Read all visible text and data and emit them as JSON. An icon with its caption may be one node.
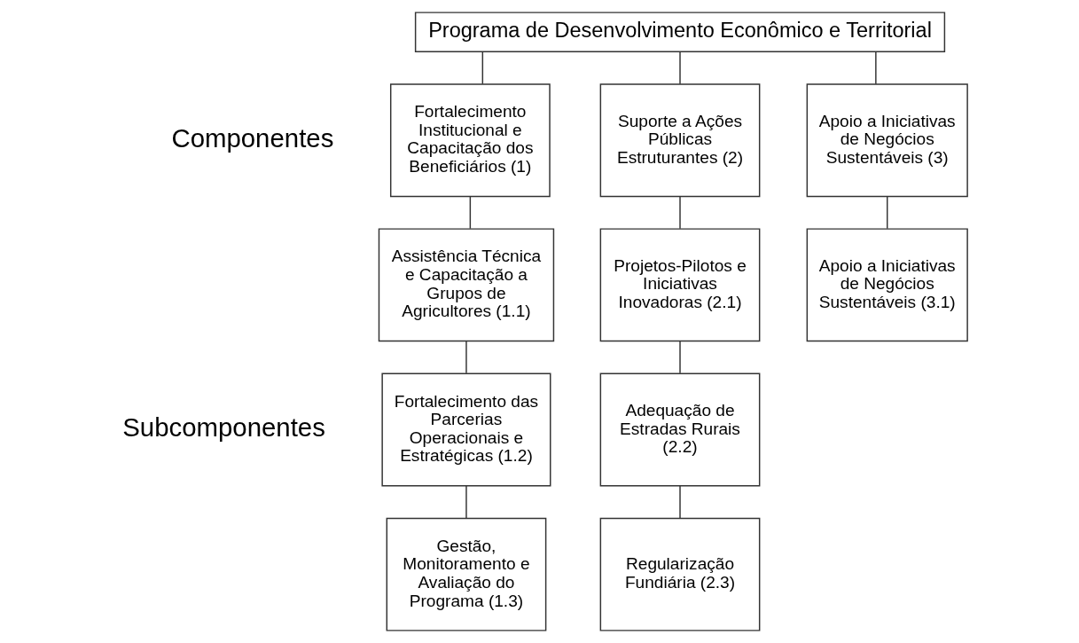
{
  "diagram": {
    "nodes": [
      {
        "text": [
          "Programa de Desenvolvimento Econômico e Territorial"
        ]
      },
      {
        "text": [
          "Fortalecimento Institucional e Capacitação dos Beneficiários (1)"
        ]
      },
      {
        "text": [
          "Suporte a Ações Públicas Estruturantes (2)"
        ]
      },
      {
        "text": [
          "Apoio a Iniciativas de Negócios Sustentáveis (3)"
        ]
      },
      {
        "text": [
          "Assistência Técnica e Capacitação a Grupos de Agricultores (1.1)"
        ]
      },
      {
        "text": [
          "Fortalecimento das Parcerias Operacionais e Estratégicas (1.2)"
        ]
      },
      {
        "text": [
          "Gestão, Monitoramento e Avaliação do Programa (1.3)"
        ]
      },
      {
        "text": [
          "Projetos-Pilotos e Iniciativas Inovadoras (2.1)"
        ]
      },
      {
        "text": [
          "Adequação de Estradas Rurais (2.2)"
        ]
      },
      {
        "text": [
          "Regularização Fundiária (2.3)"
        ]
      },
      {
        "text": [
          "Apoio a Iniciativas de Negócios Sustentáveis (3.1)"
        ]
      }
    ],
    "edges": [
      {
        "from": 0,
        "to": 1,
        "arrow": "none"
      },
      {
        "from": 0,
        "to": 2,
        "arrow": "none"
      },
      {
        "from": 0,
        "to": 3,
        "arrow": "none"
      },
      {
        "from": 1,
        "to": 4,
        "arrow": "none"
      },
      {
        "from": 4,
        "to": 5,
        "arrow": "none"
      },
      {
        "from": 5,
        "to": 6,
        "arrow": "none"
      },
      {
        "from": 2,
        "to": 7,
        "arrow": "none"
      },
      {
        "from": 7,
        "to": 8,
        "arrow": "none"
      },
      {
        "from": 8,
        "to": 9,
        "arrow": "none"
      },
      {
        "from": 3,
        "to": 10,
        "arrow": "none"
      }
    ],
    "labels": [
      "Componentes",
      "Subcomponentes"
    ]
  }
}
